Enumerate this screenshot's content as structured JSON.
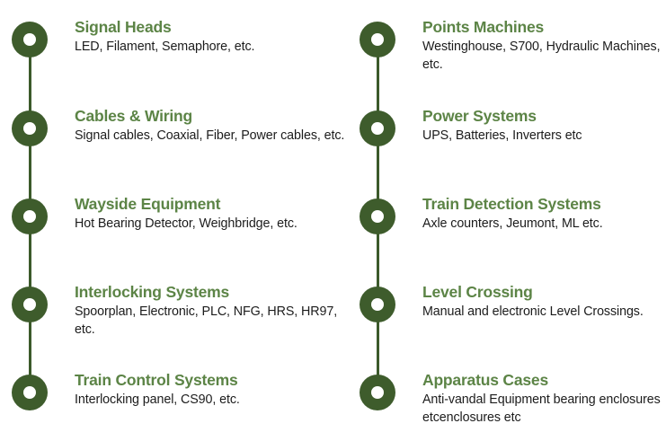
{
  "theme": {
    "background": "#ffffff",
    "marker_color": "#3e5c2c",
    "marker_hole_color": "#ffffff",
    "spine_color": "#3c5a2b",
    "title_color": "#5c8446",
    "description_color": "#1c1c1c"
  },
  "columns": [
    {
      "name": "left-column",
      "items": [
        {
          "title": "Signal Heads",
          "description": "LED, Filament, Semaphore, etc."
        },
        {
          "title": "Cables & Wiring",
          "description": "Signal cables, Coaxial, Fiber, Power cables, etc."
        },
        {
          "title": "Wayside Equipment",
          "description": "Hot Bearing Detector, Weighbridge, etc."
        },
        {
          "title": "Interlocking Systems",
          "description": "Spoorplan, Electronic, PLC, NFG, HRS, HR97, etc."
        },
        {
          "title": "Train Control Systems",
          "description": "Interlocking panel, CS90, etc."
        }
      ]
    },
    {
      "name": "right-column",
      "items": [
        {
          "title": "Points Machines",
          "description": "Westinghouse, S700, Hydraulic Machines, etc."
        },
        {
          "title": "Power Systems",
          "description": "UPS, Batteries, Inverters etc"
        },
        {
          "title": "Train Detection Systems",
          "description": "Axle counters, Jeumont, ML etc."
        },
        {
          "title": "Level Crossing",
          "description": "Manual and electronic Level Crossings."
        },
        {
          "title": "Apparatus Cases",
          "description": "Anti-vandal Equipment bearing enclosures etcenclosures etc"
        }
      ]
    }
  ]
}
